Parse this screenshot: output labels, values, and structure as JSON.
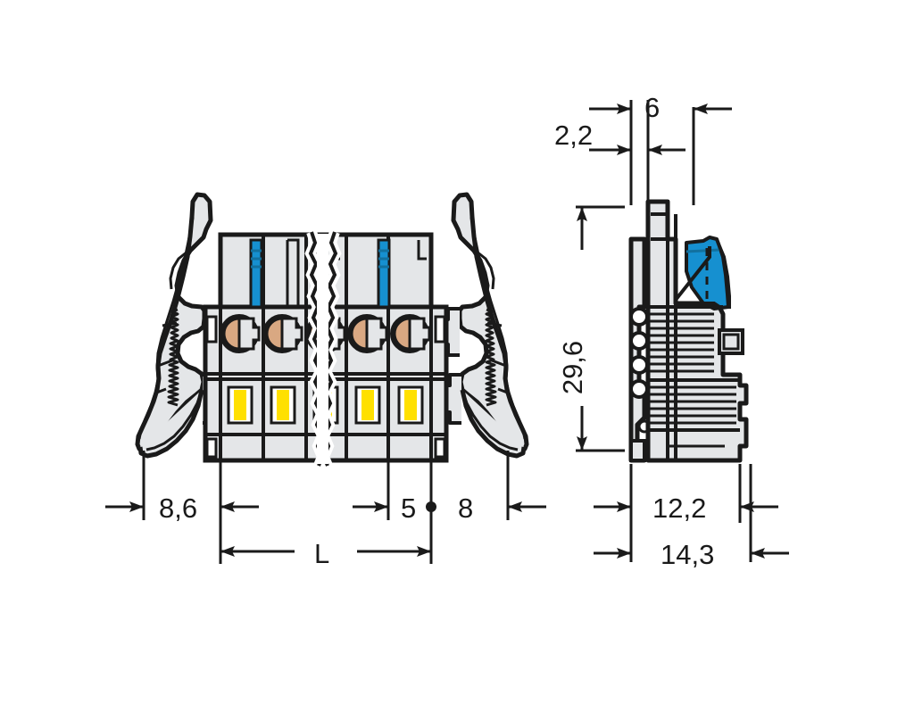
{
  "drawing": {
    "title": "WAGO female connector technical dimension drawing",
    "type": "engineering-dimension-drawing",
    "units": "mm",
    "views": [
      {
        "name": "front-view",
        "description": "Front elevation of multi-pole female connector with locking levers, blue operating levers, round conductor entry holes and yellow push-button actuators, with break line indicating variable pole count"
      },
      {
        "name": "side-view",
        "description": "Right side section view of connector showing blue lever, ribbed housing body and pin row"
      }
    ]
  },
  "colors": {
    "outline": "#1a1a1a",
    "body_fill": "#e4e6e8",
    "lever_blue": "#1690d0",
    "lever_blue_dark": "#1278ad",
    "button_yellow": "#ffe000",
    "hole_tan": "#d9a882",
    "white": "#ffffff",
    "dim_line": "#1a1a1a"
  },
  "dimensions": {
    "left_view": [
      {
        "id": "dim-8-6",
        "label": "8,6",
        "orientation": "horizontal",
        "note": "left lever offset to housing edge"
      },
      {
        "id": "dim-5",
        "label": "5",
        "orientation": "horizontal",
        "note": "pole pitch"
      },
      {
        "id": "dim-8",
        "label": "8",
        "orientation": "horizontal",
        "note": "right housing edge to lever"
      },
      {
        "id": "dim-L",
        "label": "L",
        "orientation": "horizontal",
        "note": "overall variable length"
      }
    ],
    "right_view": [
      {
        "id": "dim-2-2",
        "label": "2,2",
        "orientation": "horizontal",
        "note": "top left offset"
      },
      {
        "id": "dim-6",
        "label": "6",
        "orientation": "horizontal",
        "note": "top width"
      },
      {
        "id": "dim-29-6",
        "label": "29,6",
        "orientation": "vertical",
        "note": "overall height"
      },
      {
        "id": "dim-12-2",
        "label": "12,2",
        "orientation": "horizontal",
        "note": "body depth"
      },
      {
        "id": "dim-14-3",
        "label": "14,3",
        "orientation": "horizontal",
        "note": "overall depth"
      }
    ]
  }
}
